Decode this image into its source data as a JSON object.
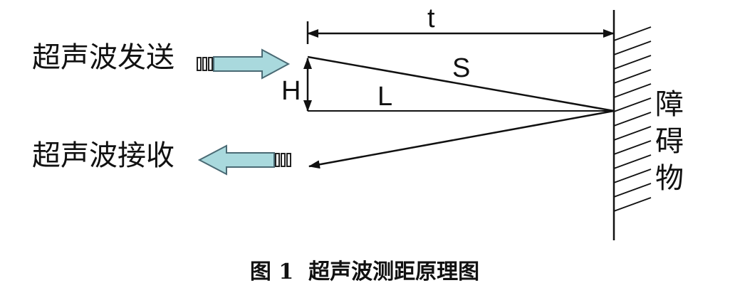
{
  "labels": {
    "send": "超声波发送",
    "receive": "超声波接收",
    "t": "t",
    "S": "S",
    "H": "H",
    "L": "L",
    "obstacle": [
      "障",
      "碍",
      "物"
    ]
  },
  "caption": "图 1  超声波测距原理图",
  "colors": {
    "ink": "#111111",
    "arrow_fill": "#a9d9dd",
    "arrow_stroke": "#4a6a74"
  }
}
